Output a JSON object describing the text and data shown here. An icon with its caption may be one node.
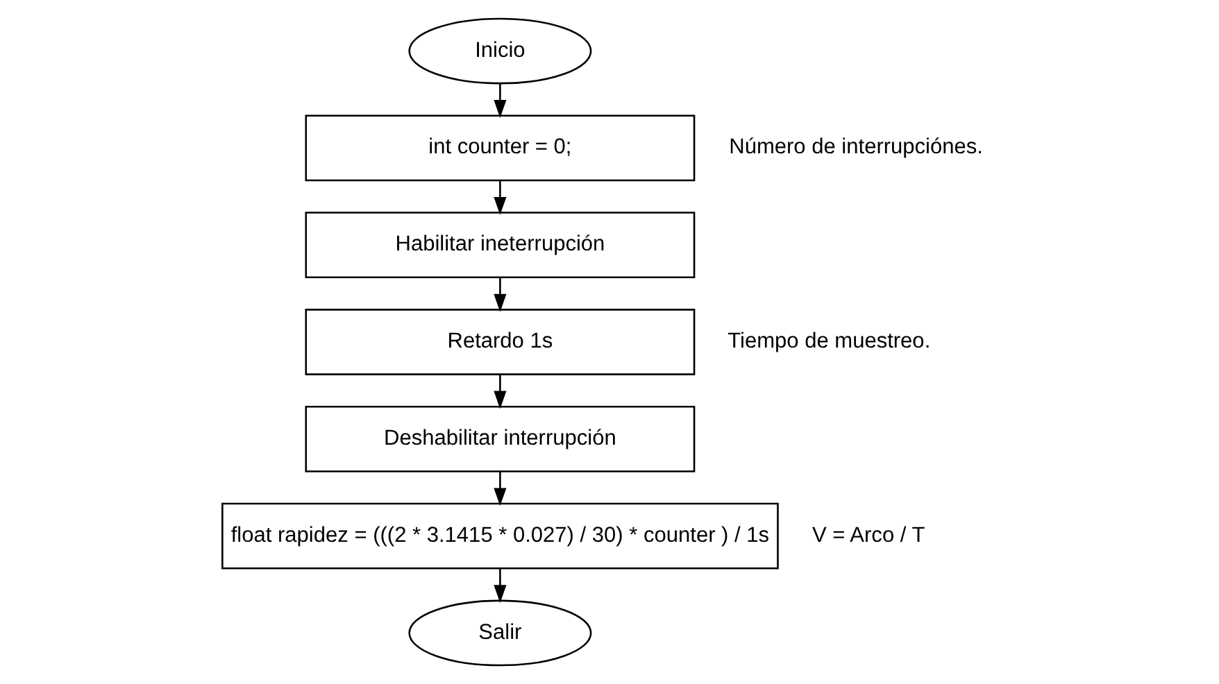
{
  "diagram": {
    "nodes": [
      {
        "text": [
          "Inicio"
        ]
      },
      {
        "text": [
          "int counter = 0;"
        ],
        "beside": [
          "Número de interrupciónes."
        ]
      },
      {
        "text": [
          "Habilitar ineterrupción"
        ]
      },
      {
        "text": [
          "Retardo 1s"
        ],
        "beside": [
          "Tiempo de muestreo."
        ]
      },
      {
        "text": [
          "Deshabilitar interrupción"
        ]
      },
      {
        "text": [
          "float rapidez = (((2 * 3.1415 * 0.027) / 30) * counter ) / 1s"
        ],
        "beside": [
          "V = Arco / T"
        ]
      },
      {
        "text": [
          "Salir"
        ]
      }
    ],
    "edges": [
      {
        "from": 0,
        "to": 1,
        "arrow": "to"
      },
      {
        "from": 1,
        "to": 2,
        "arrow": "to"
      },
      {
        "from": 2,
        "to": 3,
        "arrow": "to"
      },
      {
        "from": 3,
        "to": 4,
        "arrow": "to"
      },
      {
        "from": 4,
        "to": 5,
        "arrow": "to"
      },
      {
        "from": 5,
        "to": 6,
        "arrow": "to"
      }
    ]
  }
}
